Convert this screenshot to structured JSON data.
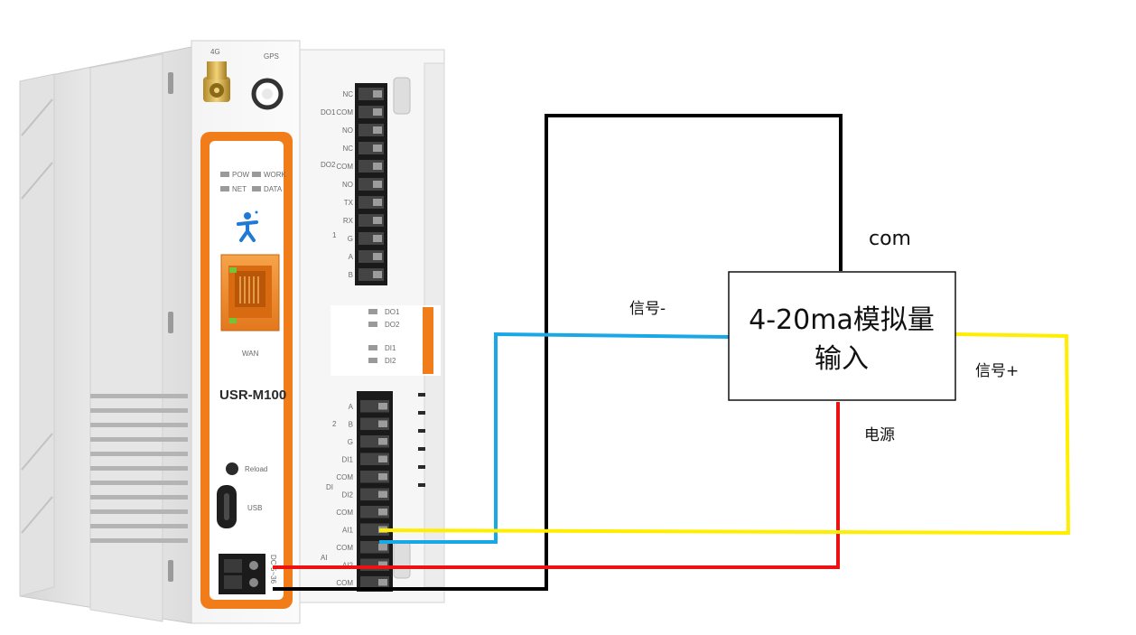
{
  "device": {
    "model": "USR-M100",
    "antenna_4g": "4G",
    "antenna_gps": "GPS",
    "leds": [
      "POW",
      "WORK",
      "NET",
      "DATA"
    ],
    "wan": "WAN",
    "reload": "Reload",
    "usb": "USB",
    "dc": "DC",
    "dc_range": "5~36",
    "top_terminals": {
      "labels": [
        "NC",
        "COM",
        "NO",
        "NC",
        "COM",
        "NO",
        "TX",
        "RX",
        "G",
        "A",
        "B"
      ],
      "group_do1": "DO1",
      "group_do2": "DO2",
      "group_1": "1"
    },
    "status_leds": [
      "DO1",
      "DO2",
      "DI1",
      "DI2"
    ],
    "bottom_terminals": {
      "labels": [
        "A",
        "B",
        "G",
        "DI1",
        "COM",
        "DI2",
        "COM",
        "AI1",
        "COM",
        "AI2",
        "COM"
      ],
      "group_2": "2",
      "group_di": "DI",
      "group_ai": "AI"
    }
  },
  "sensor_box": {
    "line1": "4-20ma模拟量",
    "line2": "输入"
  },
  "wires": [
    {
      "id": "com",
      "label": "com",
      "color": "#000000"
    },
    {
      "id": "signal-minus",
      "label": "信号-",
      "color": "#1aa7e6"
    },
    {
      "id": "signal-plus",
      "label": "信号+",
      "color": "#ffee00"
    },
    {
      "id": "power",
      "label": "电源",
      "color": "#ee1111"
    }
  ]
}
